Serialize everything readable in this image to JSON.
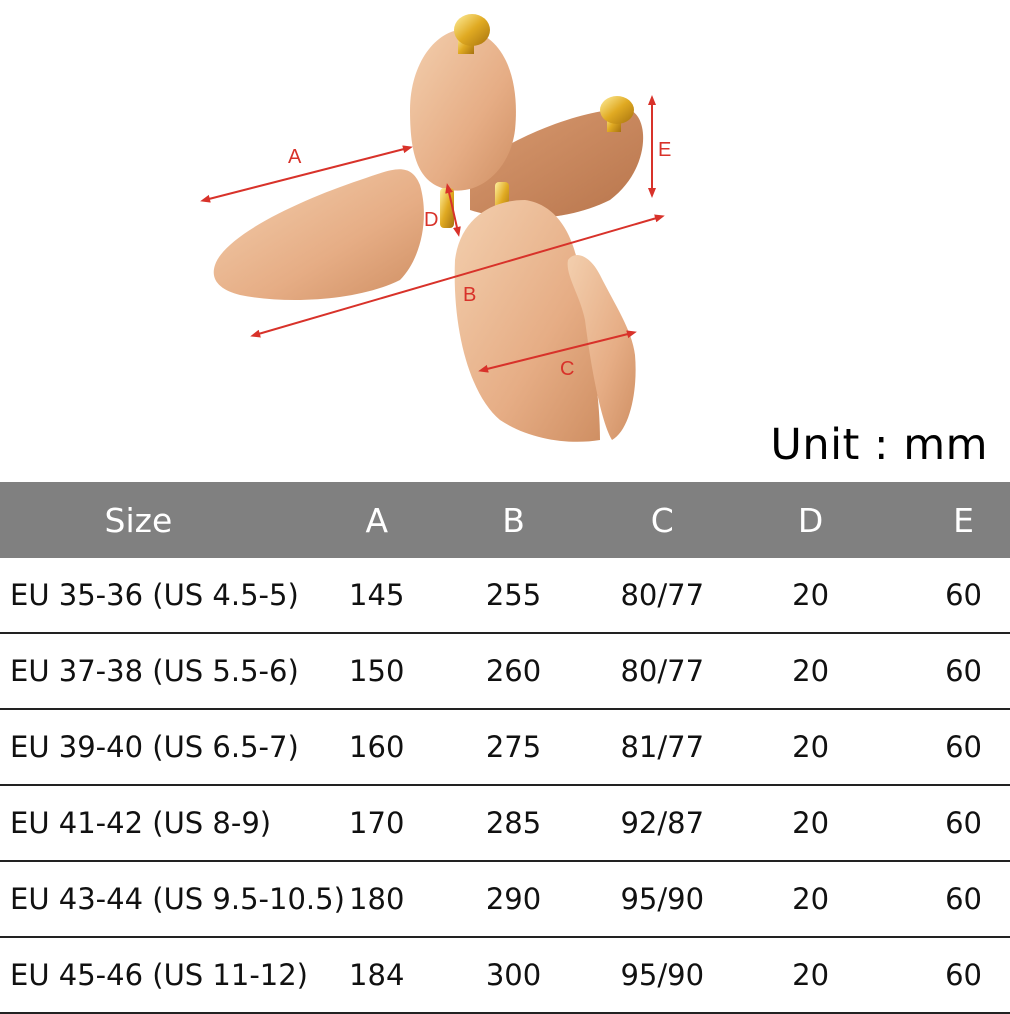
{
  "illustration": {
    "dimension_labels": [
      "A",
      "B",
      "C",
      "D",
      "E"
    ],
    "accent_color": "#d8322a",
    "wood_color": "#e8b48e",
    "knob_color": "#d9a520"
  },
  "unit_label": "Unit : mm",
  "table": {
    "header_color": "#808080",
    "headers": [
      "Size",
      "A",
      "B",
      "C",
      "D",
      "E"
    ],
    "rows": [
      [
        "EU 35-36 (US 4.5-5)",
        "145",
        "255",
        "80/77",
        "20",
        "60"
      ],
      [
        "EU 37-38 (US 5.5-6)",
        "150",
        "260",
        "80/77",
        "20",
        "60"
      ],
      [
        "EU 39-40 (US 6.5-7)",
        "160",
        "275",
        "81/77",
        "20",
        "60"
      ],
      [
        "EU 41-42 (US 8-9)",
        "170",
        "285",
        "92/87",
        "20",
        "60"
      ],
      [
        "EU 43-44 (US 9.5-10.5)",
        "180",
        "290",
        "95/90",
        "20",
        "60"
      ],
      [
        "EU 45-46 (US 11-12)",
        "184",
        "300",
        "95/90",
        "20",
        "60"
      ]
    ]
  }
}
